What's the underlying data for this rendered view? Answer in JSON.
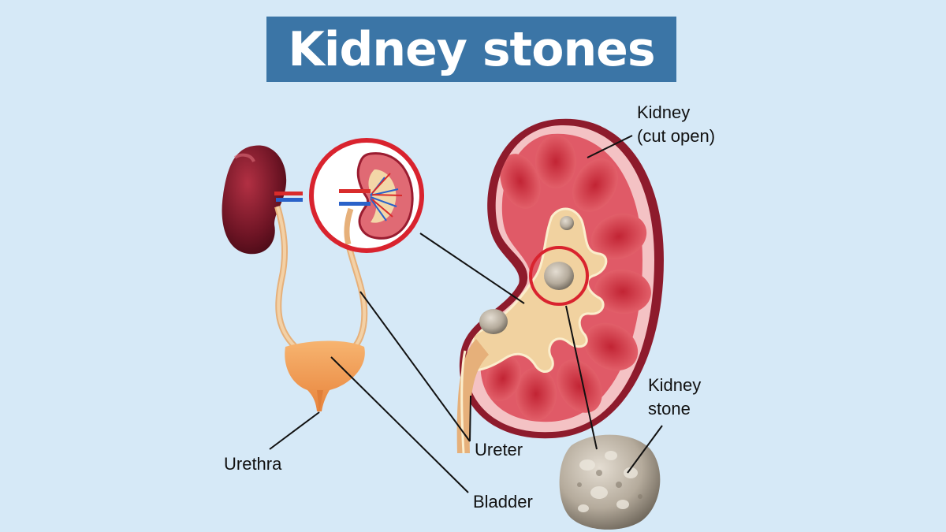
{
  "title": "Kidney stones",
  "labels": {
    "kidney_cut_open_line1": "Kidney",
    "kidney_cut_open_line2": "(cut open)",
    "kidney_stone_line1": "Kidney",
    "kidney_stone_line2": "stone",
    "ureter": "Ureter",
    "urethra": "Urethra",
    "bladder": "Bladder"
  },
  "colors": {
    "background": "#d6e9f7",
    "title_banner": "#3b75a6",
    "title_text": "#ffffff",
    "highlight_circle": "#d9232e",
    "kidney_outer": "#8e1b2c",
    "kidney_cortex": "#e05a67",
    "pelvis": "#f1d2a0",
    "stone": "#a69c8e",
    "bladder": "#f2a35c"
  }
}
